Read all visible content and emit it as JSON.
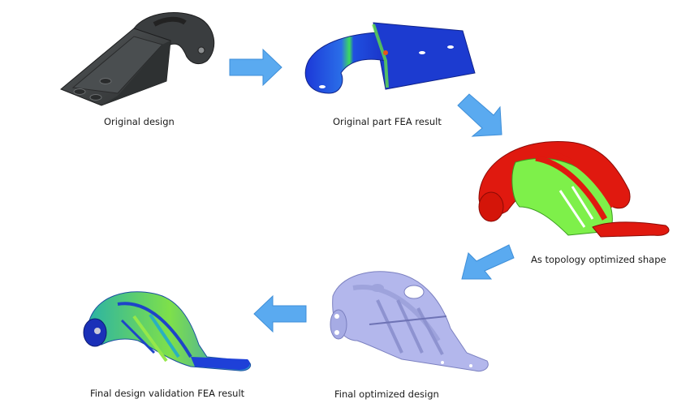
{
  "diagram": {
    "type": "process-flow",
    "steps": [
      {
        "id": "original-design",
        "label": "Original design",
        "color": "#3d3f40"
      },
      {
        "id": "original-fea",
        "label": "Original part FEA result",
        "color": "#1f3fd6"
      },
      {
        "id": "topology-optimized",
        "label": "As topology optimized shape",
        "color": "#e11b12"
      },
      {
        "id": "final-optimized",
        "label": "Final optimized design",
        "color": "#a8addf"
      },
      {
        "id": "final-fea",
        "label": "Final design validation FEA result",
        "color": "#2fb5a0"
      }
    ],
    "arrows": [
      {
        "from": "original-design",
        "to": "original-fea",
        "direction": "right"
      },
      {
        "from": "original-fea",
        "to": "topology-optimized",
        "direction": "down-right"
      },
      {
        "from": "topology-optimized",
        "to": "final-optimized",
        "direction": "down-left"
      },
      {
        "from": "final-optimized",
        "to": "final-fea",
        "direction": "left"
      }
    ],
    "arrow_color": "#5aaaf0",
    "arrow_stroke": "#3f8fd8"
  }
}
